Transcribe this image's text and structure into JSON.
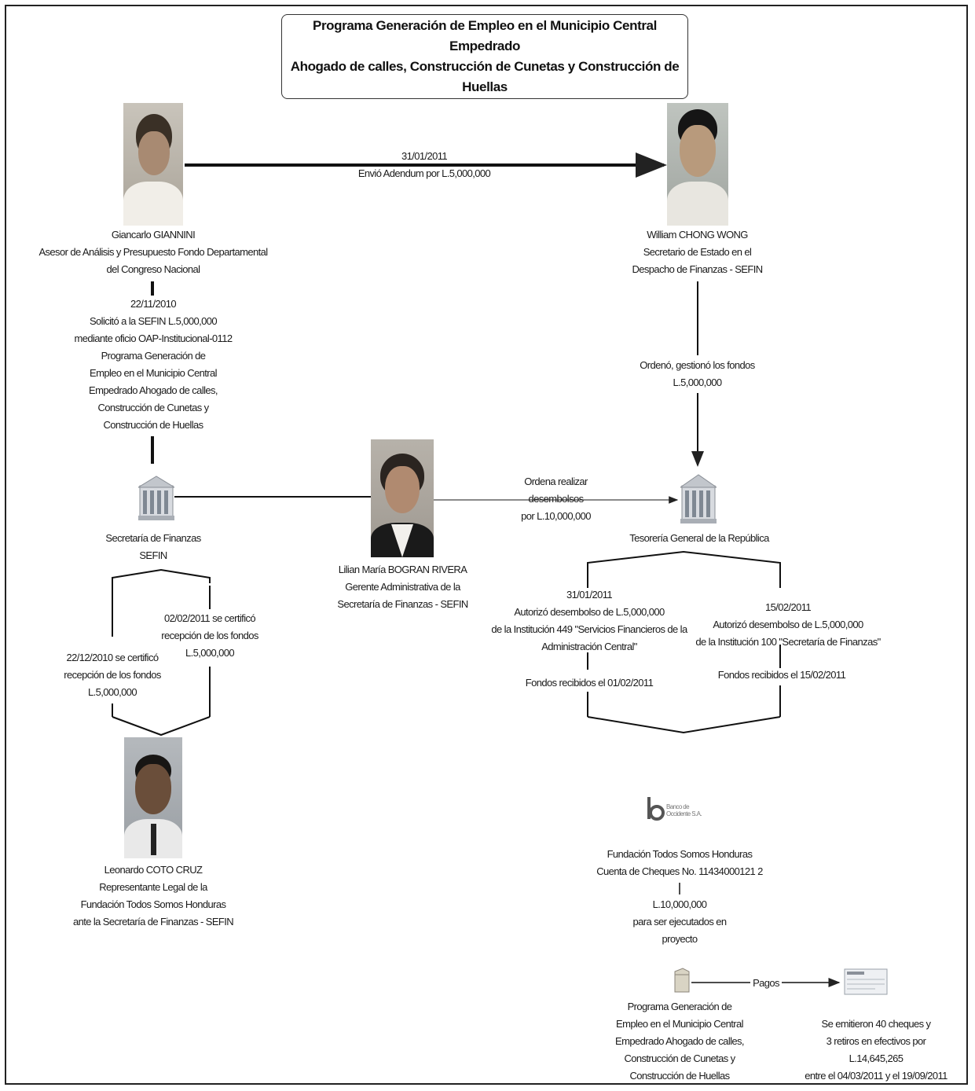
{
  "title": {
    "line1": "Programa Generación de Empleo en el Municipio Central Empedrado",
    "line2": "Ahogado de calles, Construcción de Cunetas y Construcción de Huellas"
  },
  "giannini": {
    "name": "Giancarlo GIANNINI",
    "role1": "Asesor de Análisis y Presupuesto Fondo Departamental",
    "role2": "del Congreso Nacional"
  },
  "chong": {
    "name": "William CHONG WONG",
    "role1": "Secretario de Estado en el",
    "role2": "Despacho de Finanzas - SEFIN"
  },
  "top_edge": {
    "date": "31/01/2011",
    "label": "Envió Adendum por L.5,000,000"
  },
  "request": {
    "lines": [
      "22/11/2010",
      "Solicitó a la SEFIN L.5,000,000",
      "mediante oficio OAP-Institucional-0112",
      "Programa Generación de",
      "Empleo en el Municipio Central",
      "Empedrado Ahogado de calles,",
      "Construcción de Cunetas y",
      "Construcción de Huellas"
    ]
  },
  "ordered": {
    "lines": [
      "Ordenó, gestionó los fondos",
      "L.5,000,000"
    ]
  },
  "sefin": {
    "lines": [
      "Secretaría de Finanzas",
      "SEFIN"
    ]
  },
  "bogran": {
    "lines": [
      "Lilian María BOGRAN RIVERA",
      "Gerente Administrativa de la",
      "Secretaría de Finanzas - SEFIN"
    ]
  },
  "disburse": {
    "lines": [
      "Ordena realizar",
      "desembolsos",
      "por L.10,000,000"
    ]
  },
  "tesoreria": {
    "label": "Tesorería General de la República"
  },
  "cert_right": {
    "lines": [
      "02/02/2011 se certificó",
      "recepción de los fondos",
      "L.5,000,000"
    ]
  },
  "cert_left": {
    "lines": [
      "22/12/2010 se certificó",
      "recepción de los fondos",
      "L.5,000,000"
    ]
  },
  "auth1": {
    "lines": [
      "31/01/2011",
      "Autorizó desembolso de L.5,000,000",
      "de la Institución 449 \"Servicios Financieros de la",
      "Administración Central\""
    ],
    "received": "Fondos recibidos el 01/02/2011"
  },
  "auth2": {
    "lines": [
      "15/02/2011",
      "Autorizó desembolso de L.5,000,000",
      "de la Institución 100 \"Secretaría de Finanzas\""
    ],
    "received": "Fondos recibidos el 15/02/2011"
  },
  "coto": {
    "lines": [
      "Leonardo COTO CRUZ",
      "Representante Legal de la",
      "Fundación Todos Somos Honduras",
      "ante la Secretaría de Finanzas - SEFIN"
    ]
  },
  "bank": {
    "line1": "Banco de",
    "line2": "Occidente S.A."
  },
  "fundacion": {
    "lines": [
      "Fundación Todos Somos Honduras",
      "Cuenta de Cheques No. 11434000121 2"
    ]
  },
  "executed": {
    "lines": [
      "L.10,000,000",
      "para ser ejecutados en",
      "proyecto"
    ]
  },
  "program_bottom": {
    "lines": [
      "Programa Generación de",
      "Empleo en el Municipio Central",
      "Empedrado Ahogado de calles,",
      "Construcción de Cunetas y",
      "Construcción de Huellas"
    ]
  },
  "pagos": {
    "label": "Pagos"
  },
  "cheques": {
    "lines": [
      "Se emitieron 40 cheques y",
      "3 retiros en efectivos por",
      "L.14,645,265",
      "entre el 04/03/2011 y el 19/09/2011"
    ]
  }
}
